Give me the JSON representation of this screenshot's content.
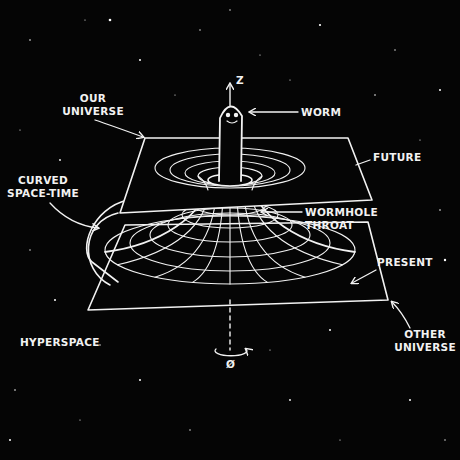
{
  "diagram": {
    "labels": [
      "OUR UNIVERSE",
      "Z",
      "WORM",
      "FUTURE",
      "CURVED SPACE-TIME",
      "WORMHOLE THROAT",
      "PRESENT",
      "HYPERSPACE",
      "OTHER UNIVERSE",
      "Ø"
    ]
  }
}
